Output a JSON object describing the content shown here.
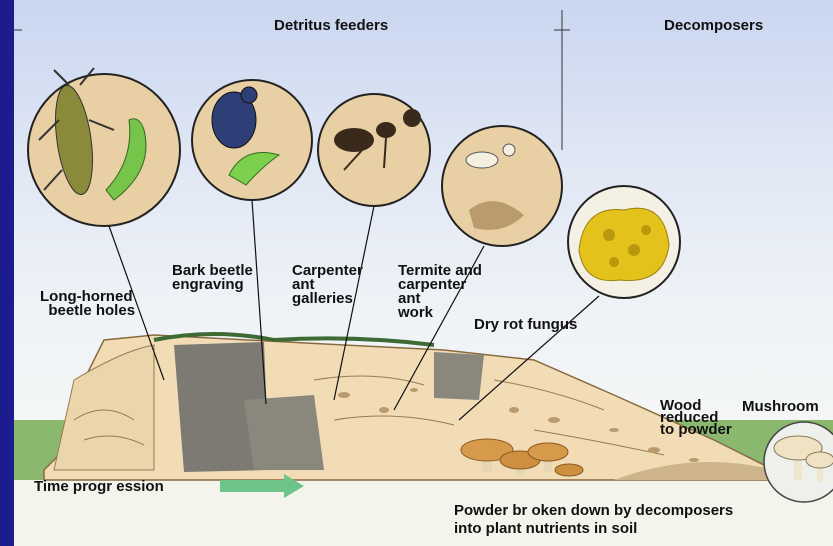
{
  "headers": {
    "detritus": "Detritus feeders",
    "decomposers": "Decomposers"
  },
  "labels": {
    "long_horned": "Long-horned\n  beetle holes",
    "bark_beetle": "Bark beetle\nengraving",
    "carpenter_ant": "Carpenter\nant\ngalleries",
    "termite": "Termite and\ncarpenter\nant\nwork",
    "dry_rot": "Dry rot fungus",
    "wood_powder": "Wood\nreduced\nto powder",
    "mushroom": "Mushroom",
    "time": "Time progr ession",
    "powder_note": "Powder br oken down by decomposers\ninto plant nutrients in soil"
  },
  "icons": {
    "long_horned_beetle": "long-horned-beetle-icon",
    "bark_beetle": "bark-beetle-icon",
    "carpenter_ant": "carpenter-ant-icon",
    "termite": "termite-icon",
    "dry_rot": "dry-rot-fungus-icon",
    "mushroom": "mushroom-icon",
    "arrow": "right-arrow-icon"
  },
  "colors": {
    "background_frame": "#1c1c8e",
    "arrow": "#6cc48a",
    "log_light": "#f1dcb6",
    "log_dark": "#7c7a72",
    "fungus_yellow": "#e3c21c",
    "grass": "#6ea85a"
  }
}
